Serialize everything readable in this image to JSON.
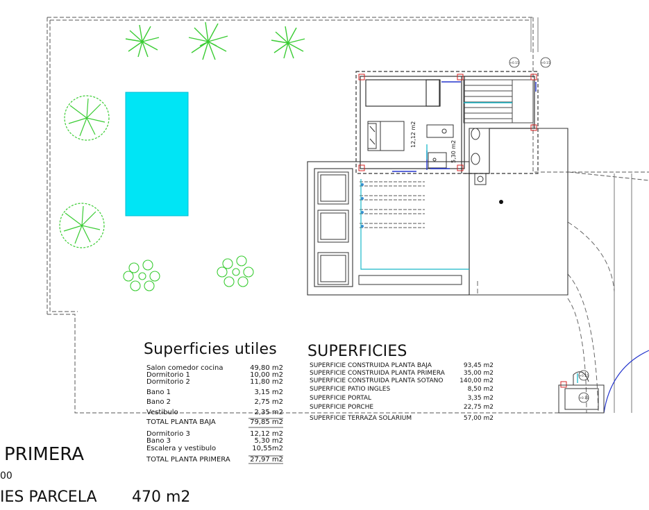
{
  "plan": {
    "room_labels": {
      "dormitorio_area": "12,12 m2",
      "bano_area": "5,30 m2"
    },
    "section_marks": [
      "+0.15",
      "+0.15",
      "+0.15",
      "+0.15"
    ]
  },
  "utiles": {
    "title": "Superficies utiles",
    "group1": [
      {
        "label": "Salon comedor cocina",
        "value": "49,80 m2"
      },
      {
        "label": "Dormitorio 1",
        "value": "10,00 m2"
      },
      {
        "label": "Dormitorio 2",
        "value": "11,80 m2"
      },
      {
        "label": "Bano 1",
        "value": "3,15 m2"
      },
      {
        "label": "Bano  2",
        "value": "2,75 m2"
      },
      {
        "label": "Vestibulo",
        "value": "2,35 m2"
      }
    ],
    "total1": {
      "label": "TOTAL PLANTA BAJA",
      "value": "79,85 m2"
    },
    "group2": [
      {
        "label": "Dormitorio 3",
        "value": "12,12 m2"
      },
      {
        "label": "Bano  3",
        "value": "5,30 m2"
      },
      {
        "label": "Escalera y vestibulo",
        "value": "10,55m2"
      }
    ],
    "total2": {
      "label": "TOTAL PLANTA PRIMERA",
      "value": "27,97 m2"
    }
  },
  "superficies": {
    "title": "SUPERFICIES",
    "rows": [
      {
        "label": "SUPERFICIE CONSTRUIDA PLANTA BAJA",
        "value": "93,45 m2"
      },
      {
        "label": "SUPERFICIE CONSTRUIDA PLANTA PRIMERA",
        "value": "35,00 m2"
      },
      {
        "label": "SUPERFICIE CONSTRUIDA PLANTA SOTANO",
        "value": "140,00 m2"
      },
      {
        "label": "SUPERFICIE PATIO INGLES",
        "value": "8,50 m2"
      },
      {
        "label": "SUPERFICIE PORTAL",
        "value": "3,35 m2"
      },
      {
        "label": "SUPERFICIE PORCHE",
        "value": "22,75 m2"
      },
      {
        "label": "SUPERFICIE TERRAZA SOLARIUM",
        "value": "57,00 m2"
      }
    ]
  },
  "footer": {
    "planta": "PRIMERA",
    "scale_fragment": "00",
    "parcela_label": "IES PARCELA",
    "parcela_value": "470 m2"
  }
}
